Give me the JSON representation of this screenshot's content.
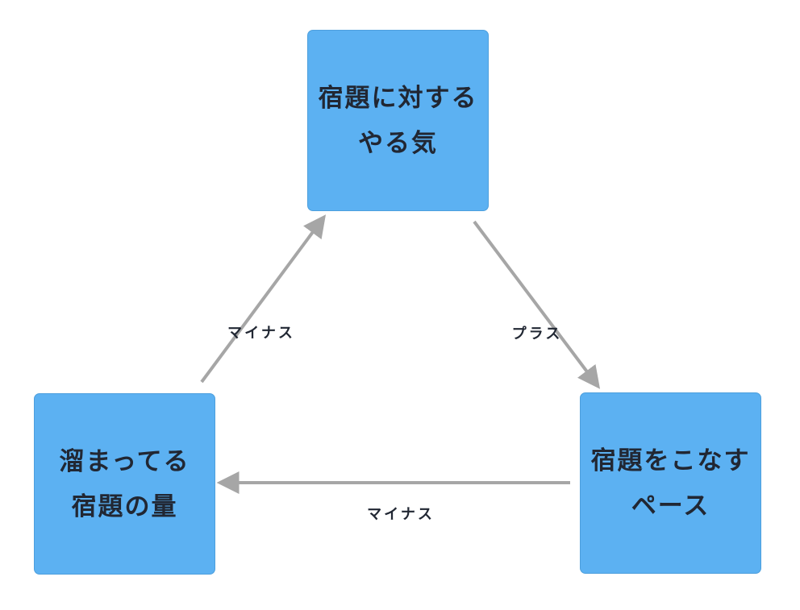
{
  "diagram": {
    "nodes": {
      "motivation": {
        "line1": "宿題に対する",
        "line2": "やる気"
      },
      "backlog": {
        "line1": "溜まってる",
        "line2": "宿題の量"
      },
      "pace": {
        "line1": "宿題をこなす",
        "line2": "ペース"
      }
    },
    "edges": {
      "backlog_to_motivation": {
        "label": "マイナス"
      },
      "motivation_to_pace": {
        "label": "プラス"
      },
      "pace_to_backlog": {
        "label": "マイナス"
      }
    },
    "colors": {
      "node_fill": "#5CB1F2",
      "node_border": "#4D9FDD",
      "arrow": "#A6A6A6",
      "text": "#212733",
      "background": "#FFFFFF"
    }
  }
}
